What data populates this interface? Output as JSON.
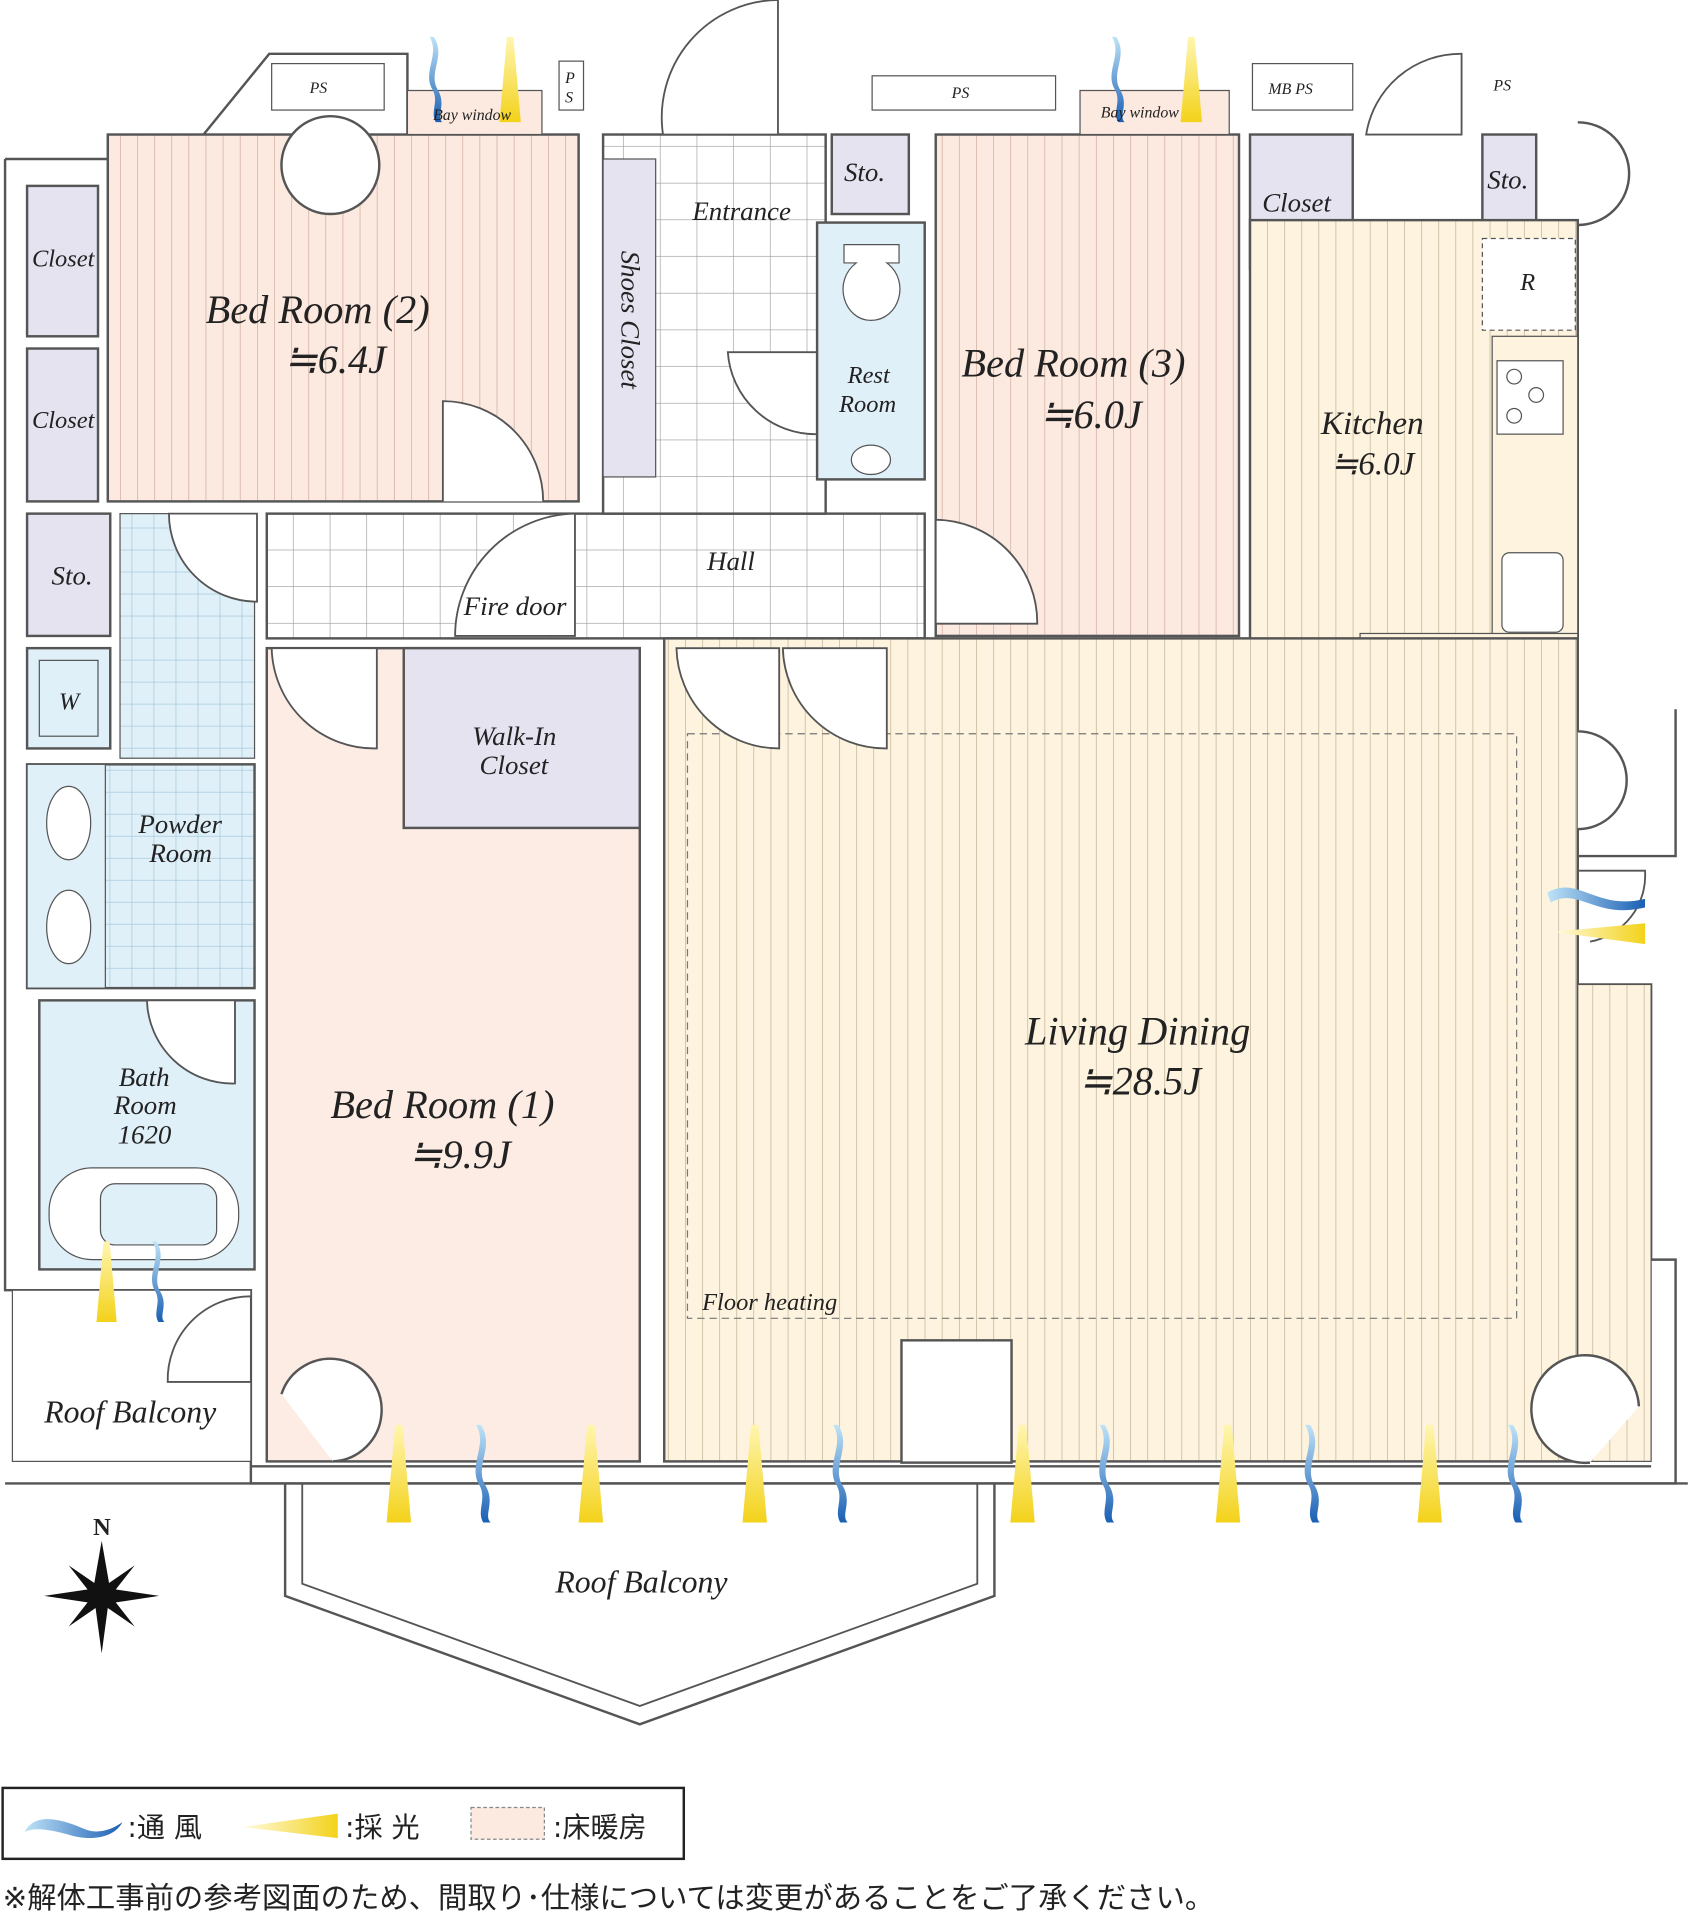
{
  "plan": {
    "rooms": {
      "bedroom2": {
        "name": "Bed Room (2)",
        "size": "≒6.4J"
      },
      "bedroom3": {
        "name": "Bed Room (3)",
        "size": "≒6.0J"
      },
      "bedroom1": {
        "name": "Bed Room (1)",
        "size": "≒9.9J"
      },
      "kitchen": {
        "name": "Kitchen",
        "size": "≒6.0J"
      },
      "living": {
        "name": "Living Dining",
        "size": "≒28.5J"
      }
    },
    "labels": {
      "ps1": "PS",
      "ps2": "PS",
      "ps3": "PS",
      "ps_small_p": "P",
      "ps_small_s": "S",
      "mbps": "MB  PS",
      "bay1": "Bay window",
      "bay2": "Bay window",
      "closet1": "Closet",
      "closet2": "Closet",
      "closet3": "Closet",
      "sto1": "Sto.",
      "sto2": "Sto.",
      "sto3": "Sto.",
      "entrance": "Entrance",
      "shoes": "Shoes Closet",
      "rest1": "Rest",
      "rest2": "Room",
      "fridge": "R",
      "hall": "Hall",
      "firedoor": "Fire door",
      "washer": "W",
      "wic1": "Walk-In",
      "wic2": "Closet",
      "powder1": "Powder",
      "powder2": "Room",
      "bath1": "Bath",
      "bath2": "Room",
      "bath3": "1620",
      "floorheat": "Floor heating",
      "roof1": "Roof Balcony",
      "roof2": "Roof Balcony",
      "north": "N"
    },
    "colors": {
      "bedroom": "#fce9df",
      "living": "#fdf3de",
      "storage": "#e6e3f0",
      "wet": "#e0f0f9",
      "wall": "#555555"
    }
  },
  "legend": {
    "wind": ":通 風",
    "light": ":採 光",
    "heating": ":床暖房"
  },
  "footnote": "※解体工事前の参考図面のため、間取り･仕様については変更があることをご了承ください。"
}
